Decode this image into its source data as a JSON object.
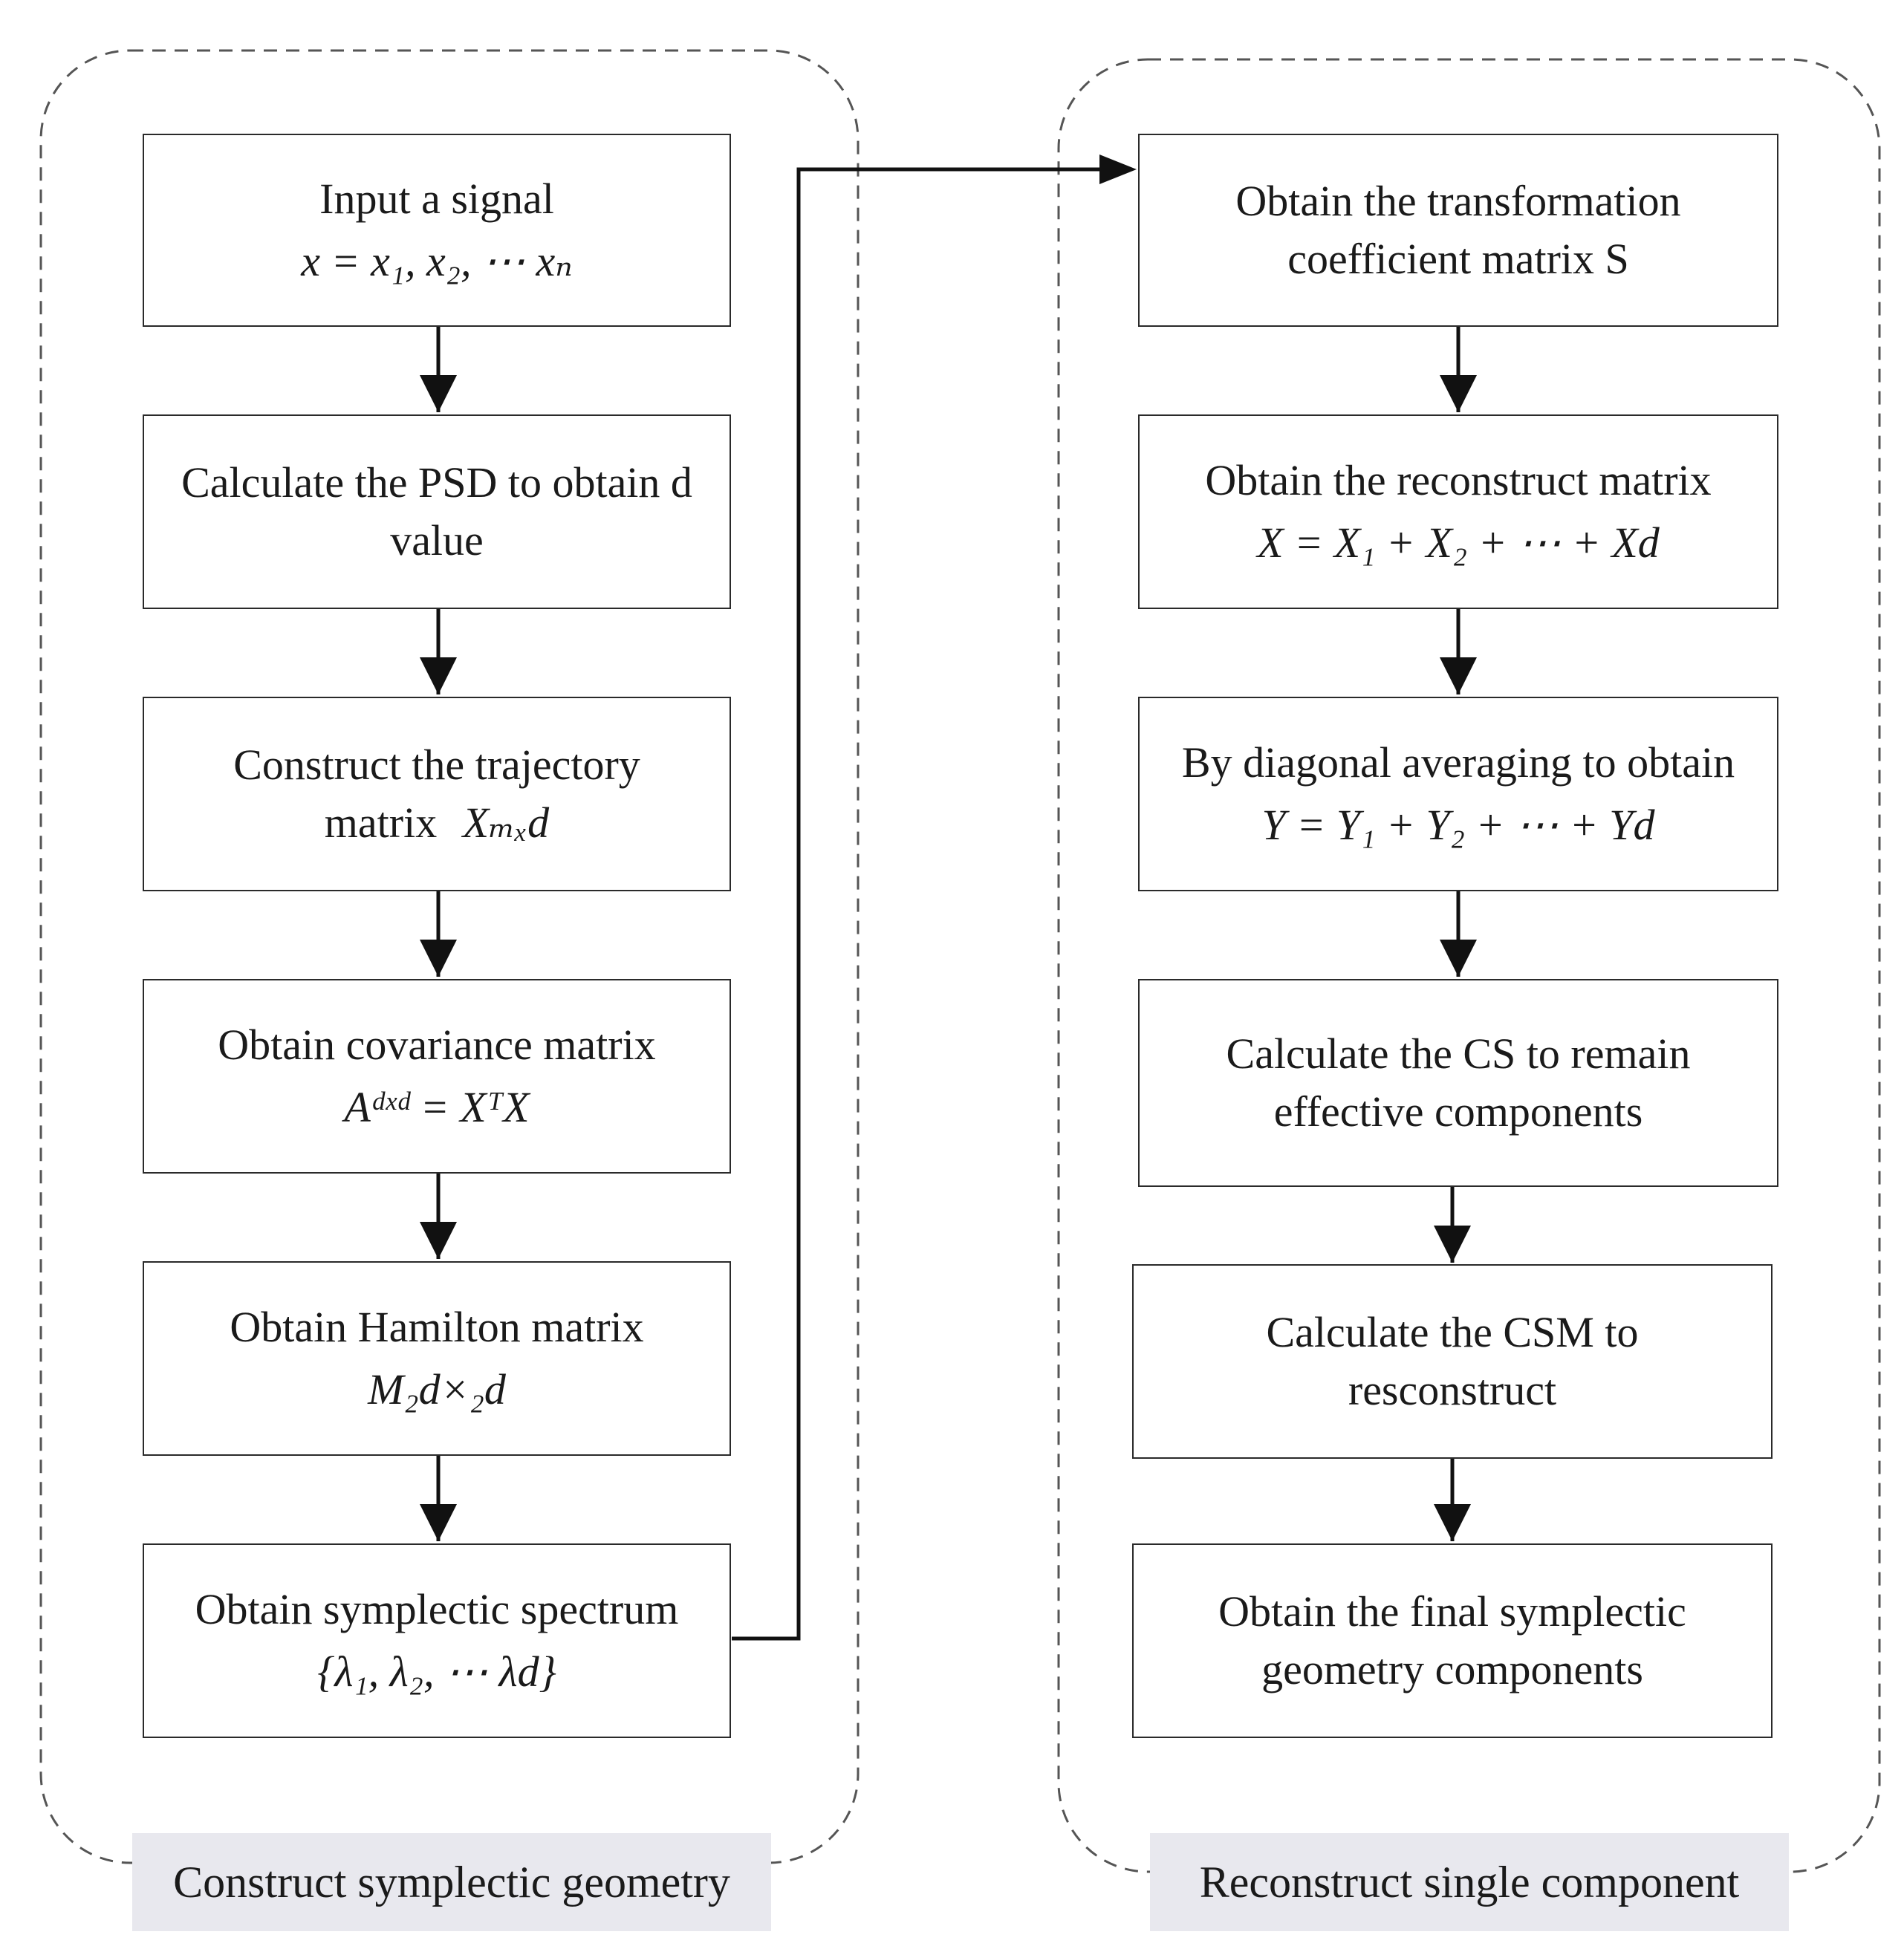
{
  "groups": {
    "left": {
      "label": "Construct symplectic geometry"
    },
    "right": {
      "label": "Reconstruct single component"
    }
  },
  "left_steps": [
    {
      "text": "Input a signal",
      "formula": "x = x₁, x₂, ⋯ xₙ"
    },
    {
      "line1": "Calculate the PSD to obtain d",
      "line2": "value"
    },
    {
      "line1": "Construct the trajectory",
      "line2": "matrix",
      "formula": "Xₘₓd"
    },
    {
      "text": "Obtain covariance matrix",
      "formula": "Aᵈˣᵈ = XᵀX"
    },
    {
      "text": "Obtain Hamilton matrix",
      "formula": "M₂d×₂d"
    },
    {
      "text": "Obtain symplectic spectrum",
      "formula": "{λ₁, λ₂, ⋯ λd}"
    }
  ],
  "right_steps": [
    {
      "line1": "Obtain the transformation",
      "line2": "coefficient matrix S"
    },
    {
      "text": "Obtain the reconstruct matrix",
      "formula": "X = X₁ + X₂ + ⋯ + Xd"
    },
    {
      "text": "By diagonal averaging to obtain",
      "formula": "Y = Y₁ + Y₂ + ⋯ + Yd"
    },
    {
      "line1": "Calculate the CS to remain",
      "line2": "effective components"
    },
    {
      "line1": "Calculate the CSM to",
      "line2": "resconstruct"
    },
    {
      "line1": "Obtain the final symplectic",
      "line2": "geometry components"
    }
  ]
}
